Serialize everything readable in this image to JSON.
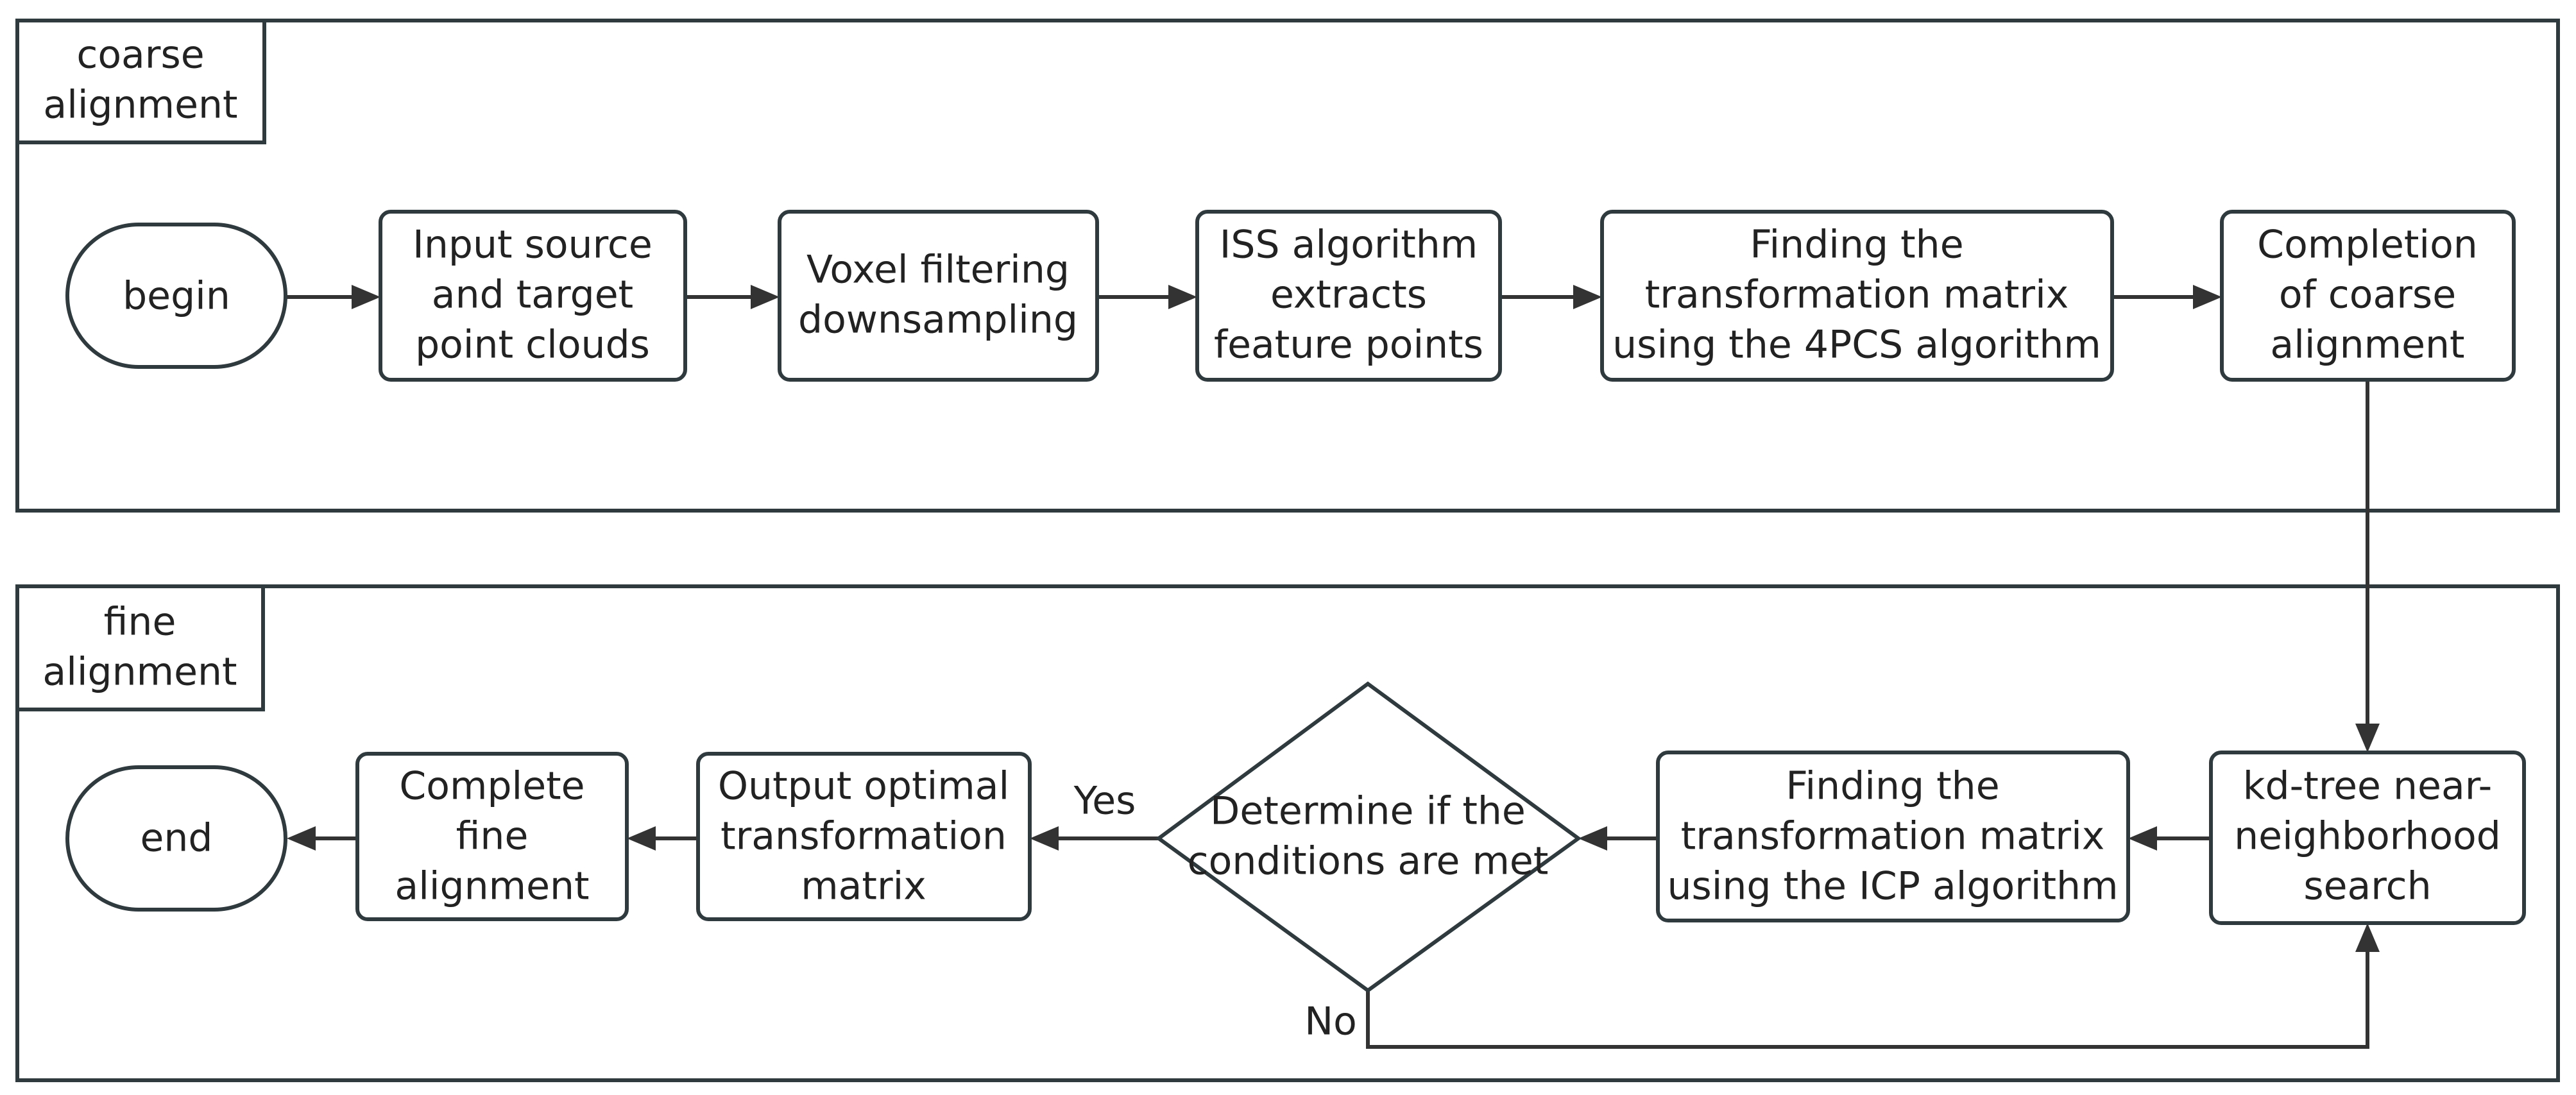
{
  "sections": {
    "coarse": [
      "coarse",
      "alignment"
    ],
    "fine": [
      "fine",
      "alignment"
    ]
  },
  "nodes": {
    "begin": [
      "begin"
    ],
    "input": [
      "Input source",
      "and target",
      "point clouds"
    ],
    "voxel": [
      "Voxel filtering",
      "downsampling"
    ],
    "iss": [
      "ISS algorithm",
      "extracts",
      "feature points"
    ],
    "pcs4": [
      "Finding the",
      "transformation matrix",
      "using the 4PCS algorithm"
    ],
    "coarse_done": [
      "Completion",
      "of coarse",
      "alignment"
    ],
    "kdtree": [
      "kd-tree near-",
      "neighborhood",
      "search"
    ],
    "icp": [
      "Finding the",
      "transformation matrix",
      "using the ICP algorithm"
    ],
    "decision": [
      "Determine if the",
      "conditions are met"
    ],
    "output": [
      "Output optimal",
      "transformation",
      "matrix"
    ],
    "fine_done": [
      "Complete",
      "fine",
      "alignment"
    ],
    "end": [
      "end"
    ]
  },
  "edge_labels": {
    "yes": "Yes",
    "no": "No"
  }
}
